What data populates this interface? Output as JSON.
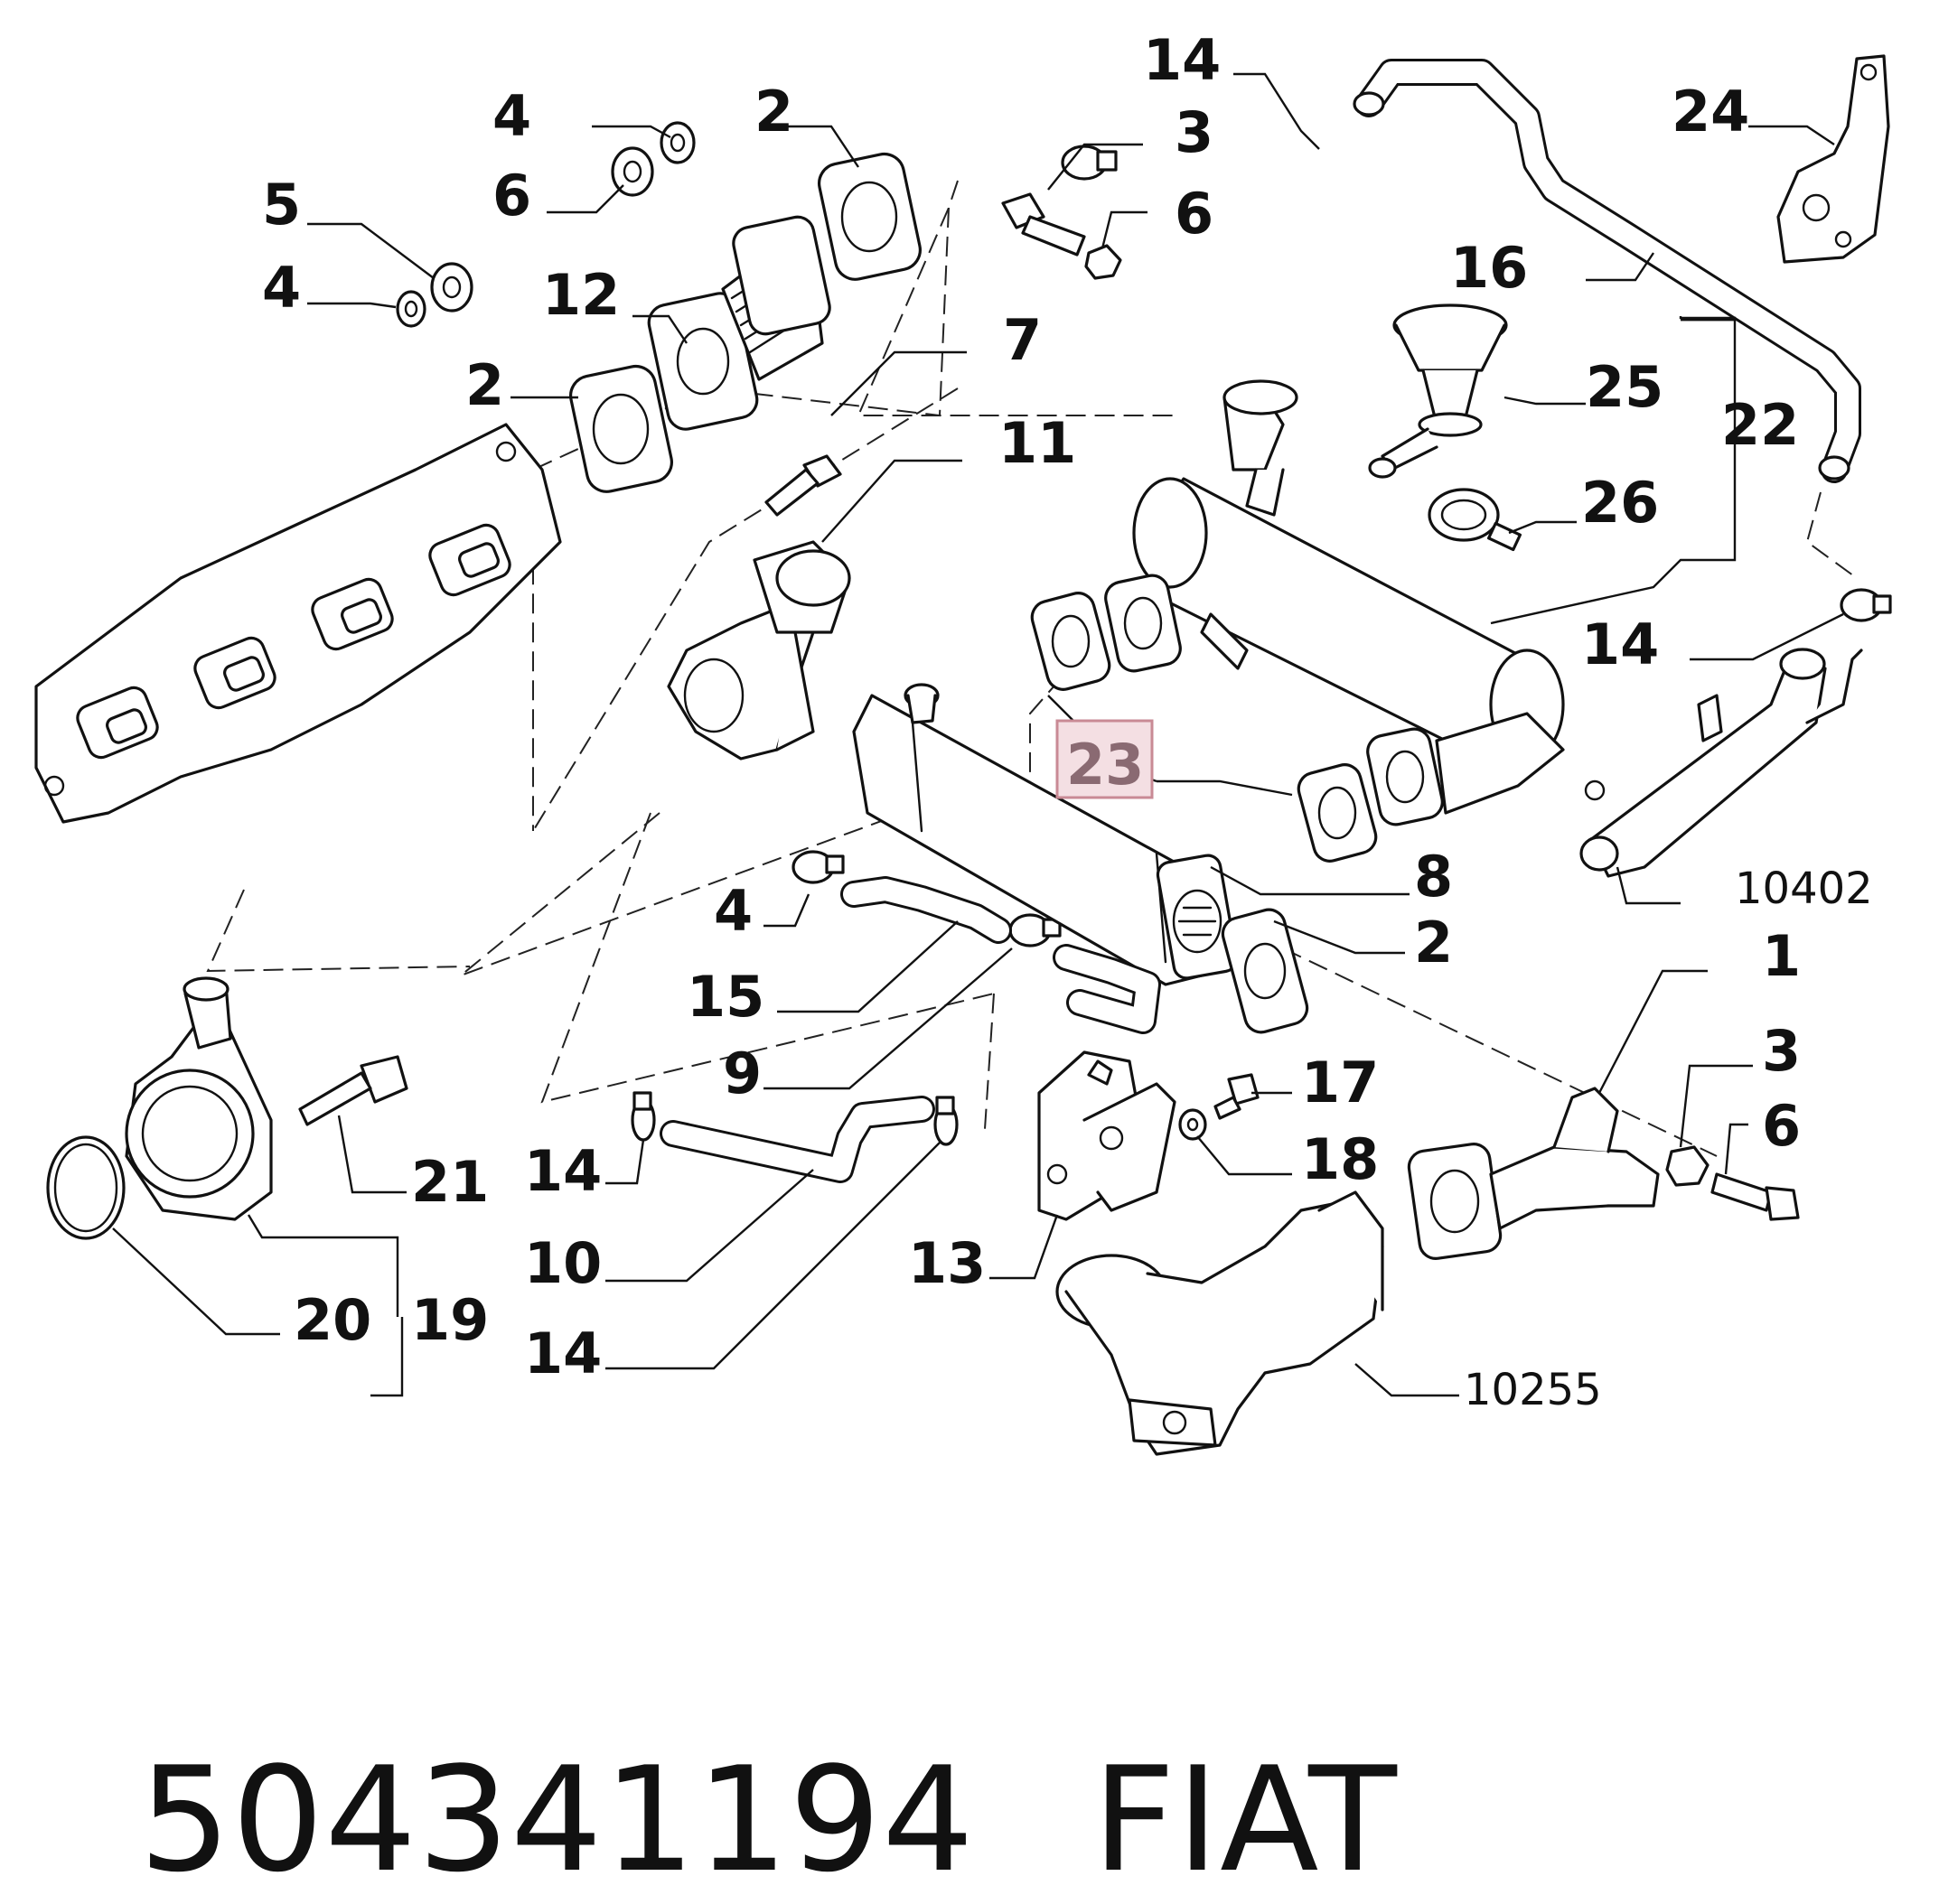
{
  "callouts": {
    "c_14_top": "14",
    "c_3_top": "3",
    "c_6_top": "6",
    "c_4_a": "4",
    "c_2_a": "2",
    "c_6_a": "6",
    "c_5": "5",
    "c_4_b": "4",
    "c_12": "12",
    "c_2_b": "2",
    "c_7": "7",
    "c_11": "11",
    "c_24": "24",
    "c_16": "16",
    "c_25": "25",
    "c_22": "22",
    "c_26": "26",
    "c_14_right": "14",
    "c_23": "23",
    "c_8": "8",
    "c_2_c": "2",
    "c_4_c": "4",
    "c_15": "15",
    "c_9": "9",
    "c_1": "1",
    "c_3_b": "3",
    "c_6_b": "6",
    "c_17": "17",
    "c_18": "18",
    "c_14_c": "14",
    "c_21": "21",
    "c_10": "10",
    "c_13": "13",
    "c_20": "20",
    "c_19": "19",
    "c_14_d": "14"
  },
  "references": {
    "ref_10402": "10402",
    "ref_10255": "10255"
  },
  "highlight": {
    "part": "23",
    "fill": "#f4dfe3",
    "stroke": "#c98a95"
  },
  "footer": {
    "part_number": "504341194",
    "brand": "FIAT"
  }
}
